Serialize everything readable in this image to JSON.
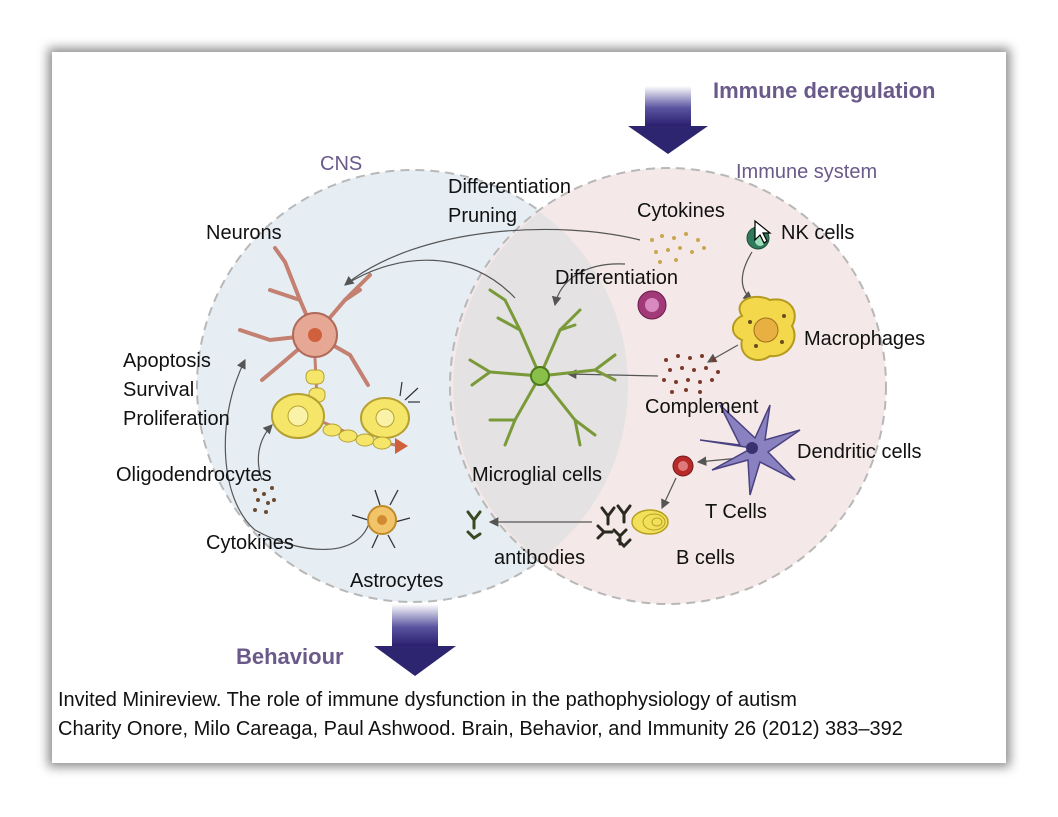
{
  "headings": {
    "immune_deregulation": "Immune deregulation",
    "behaviour": "Behaviour"
  },
  "regions": {
    "cns": "CNS",
    "immune_system": "Immune system"
  },
  "labels": {
    "neurons": "Neurons",
    "differentiation_pruning_1": "Differentiation",
    "differentiation_pruning_2": "Pruning",
    "cytokines_immune": "Cytokines",
    "nk_cells": "NK cells",
    "differentiation": "Differentiation",
    "macrophages": "Macrophages",
    "apoptosis": "Apoptosis",
    "survival": "Survival",
    "proliferation": "Proliferation",
    "complement": "Complement",
    "dendritic_cells": "Dendritic cells",
    "oligodendrocytes": "Oligodendrocytes",
    "microglial_cells": "Microglial cells",
    "t_cells": "T Cells",
    "cytokines_cns": "Cytokines",
    "antibodies": "antibodies",
    "b_cells": "B cells",
    "astrocytes": "Astrocytes"
  },
  "citation": {
    "line1": "Invited Minireview. The role of immune dysfunction in the pathophysiology of autism",
    "line2": "Charity Onore, Milo Careaga, Paul Ashwood. Brain, Behavior, and Immunity 26 (2012) 383–392"
  },
  "colors": {
    "cns_fill": "#e6eef4",
    "immune_fill": "#f4e8e8",
    "arrow": "#2e2570",
    "heading": "#6a5a8a"
  }
}
